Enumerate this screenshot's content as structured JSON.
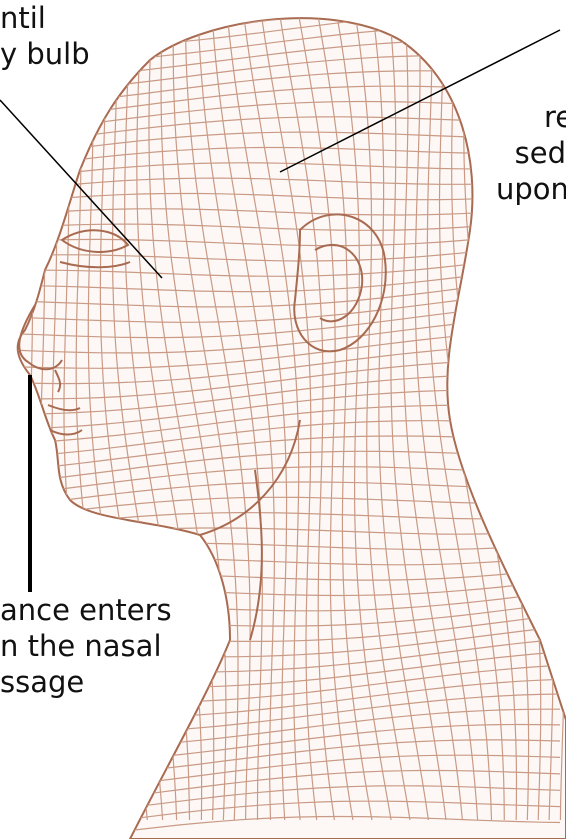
{
  "colors": {
    "wire": "#a86a50",
    "wire_light": "#c99a85",
    "pointer": "#000000",
    "text": "#111111",
    "background": "#ffffff"
  },
  "labels": {
    "top_left": {
      "line1": "ntil",
      "line2": "y bulb"
    },
    "right": {
      "line1": "re",
      "line2": "sed",
      "line3": "upon"
    },
    "bottom_left": {
      "line1": "ance enters",
      "line2": "n the nasal",
      "line3": "ssage"
    }
  }
}
